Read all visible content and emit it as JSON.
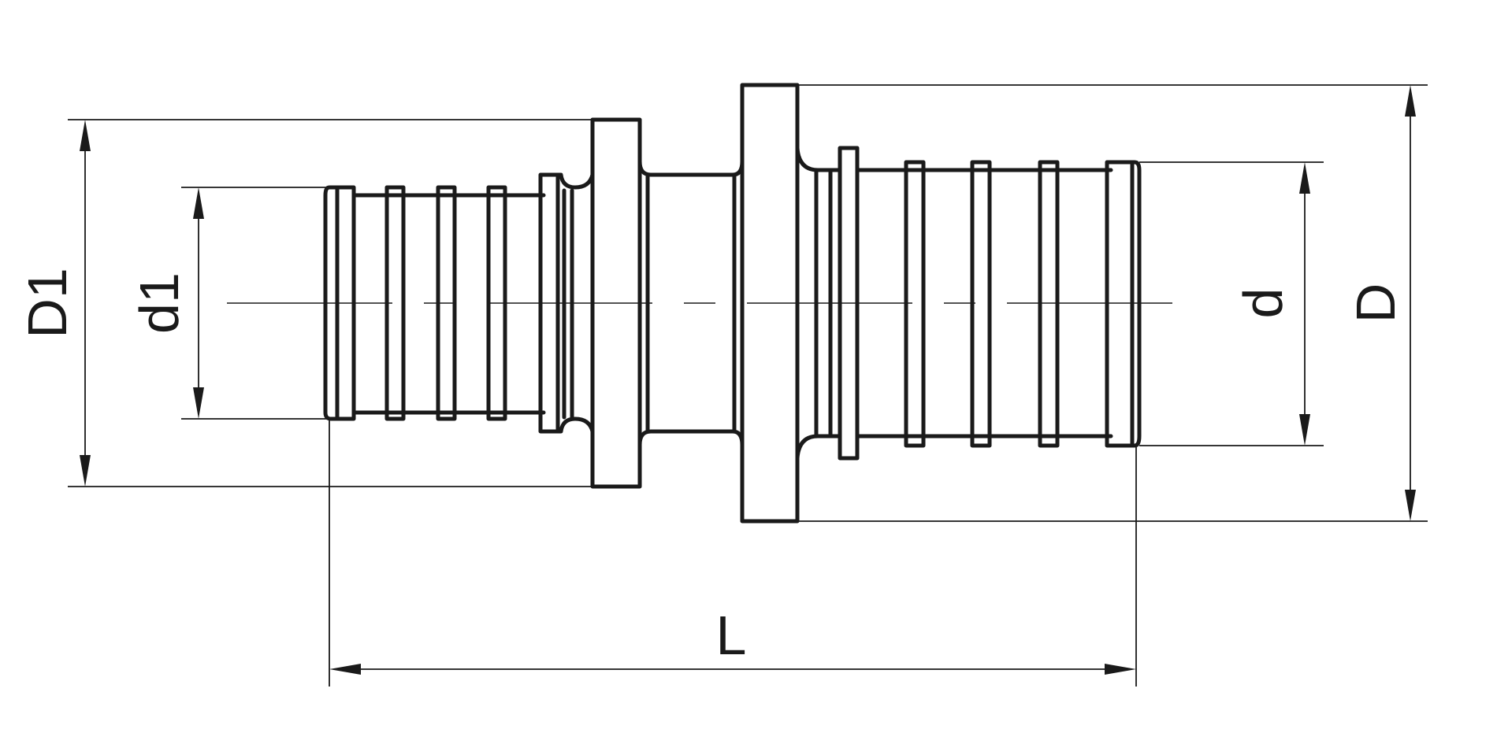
{
  "diagram": {
    "labels": {
      "D1": "D1",
      "d1": "d1",
      "d": "d",
      "D": "D",
      "L": "L"
    }
  }
}
